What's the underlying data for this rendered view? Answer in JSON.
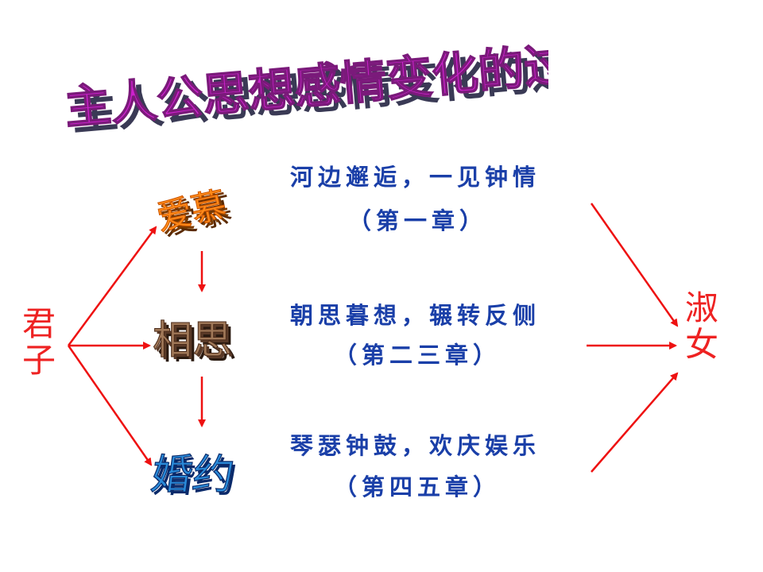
{
  "title": "主人公思想感情变化的过程",
  "left_subject": [
    "君",
    "子"
  ],
  "right_subject": [
    "淑",
    "女"
  ],
  "stages": [
    {
      "label": "爱慕",
      "style": "orange-3d"
    },
    {
      "label": "相思",
      "style": "brown-3d"
    },
    {
      "label": "婚约",
      "style": "blue-wave"
    }
  ],
  "descriptions": [
    {
      "line1": "河边邂逅，一见钟情",
      "line2": "（第一章）"
    },
    {
      "line1": "朝思暮想，辗转反侧",
      "line2": "（第二三章）"
    },
    {
      "line1": "琴瑟钟鼓，欢庆娱乐",
      "line2": "（第四五章）"
    }
  ],
  "colors": {
    "arrow": "#ee1111",
    "description_text": "#1a3fa8",
    "subject_text": "#ee2222",
    "title_fill": "#cc22cc"
  }
}
